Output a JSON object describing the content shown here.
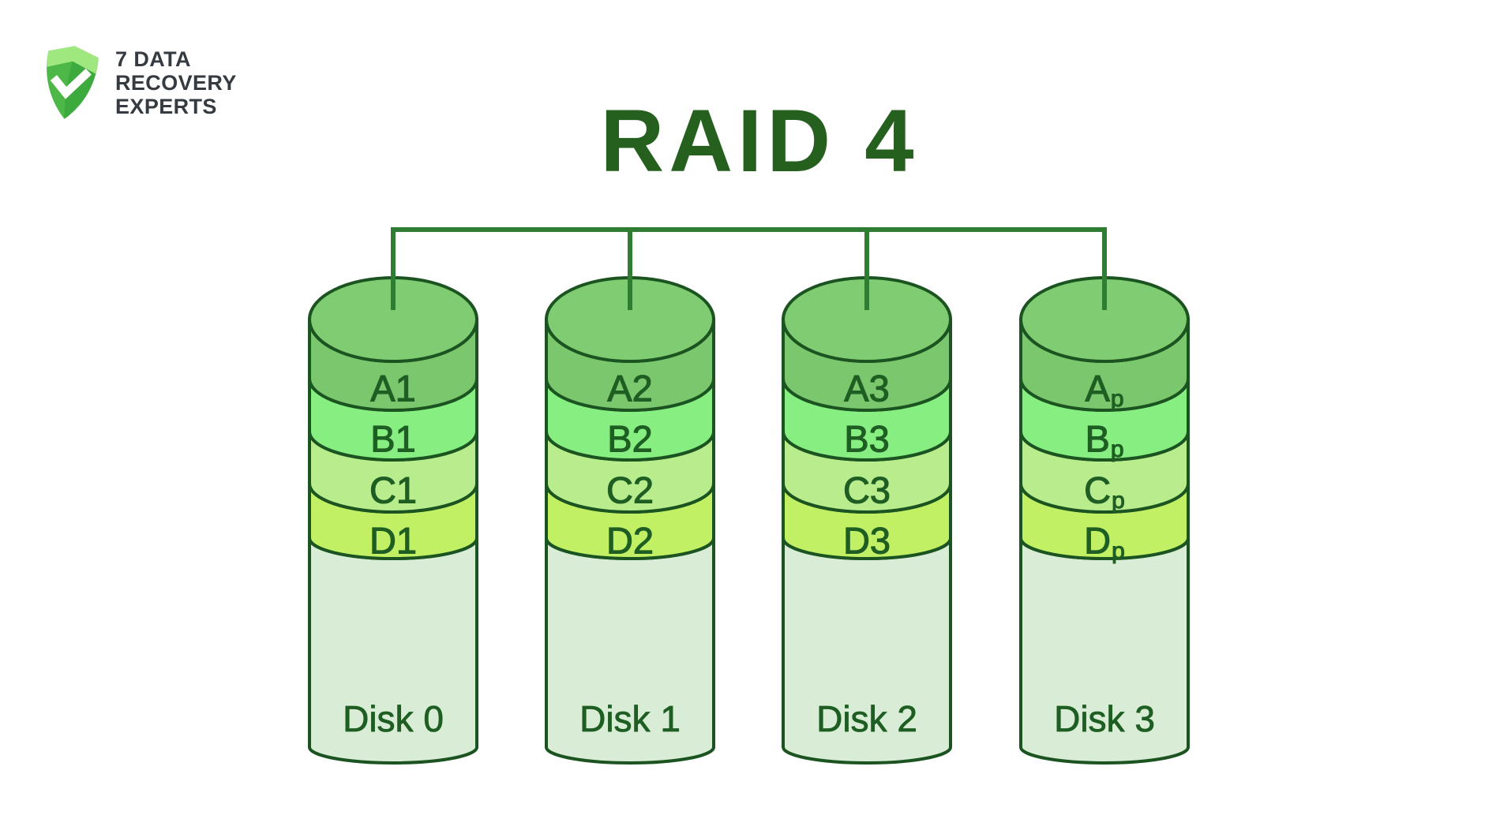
{
  "logo": {
    "icon": "shield-check-icon",
    "line1": "7 DATA",
    "line2": "RECOVERY",
    "line3": "EXPERTS"
  },
  "title": "RAID 4",
  "disks": [
    {
      "name": "Disk 0",
      "segments": [
        {
          "label": "A1"
        },
        {
          "label": "B1"
        },
        {
          "label": "C1"
        },
        {
          "label": "D1"
        }
      ]
    },
    {
      "name": "Disk 1",
      "segments": [
        {
          "label": "A2"
        },
        {
          "label": "B2"
        },
        {
          "label": "C2"
        },
        {
          "label": "D2"
        }
      ]
    },
    {
      "name": "Disk 2",
      "segments": [
        {
          "label": "A3"
        },
        {
          "label": "B3"
        },
        {
          "label": "C3"
        },
        {
          "label": "D3"
        }
      ]
    },
    {
      "name": "Disk 3",
      "segments": [
        {
          "label": "A",
          "sub": "p"
        },
        {
          "label": "B",
          "sub": "p"
        },
        {
          "label": "C",
          "sub": "p"
        },
        {
          "label": "D",
          "sub": "p"
        }
      ]
    }
  ],
  "colors": {
    "background": "#FFFFFF",
    "title": "#25601F",
    "outline": "#1B5420",
    "connector": "#2F7D32",
    "label_text": "#1E5E23",
    "disk_top": "#80CC72",
    "disk_body": "#D9EDD6",
    "segment_colors": [
      "#7AC76D",
      "#87EE82",
      "#B9EC8C",
      "#C2F065"
    ],
    "logo_text": "#353B40",
    "logo_green": "#4DB847",
    "logo_green_light": "#9FE77F",
    "logo_green_dark": "#2E9B33",
    "logo_check": "#FFFFFF"
  }
}
